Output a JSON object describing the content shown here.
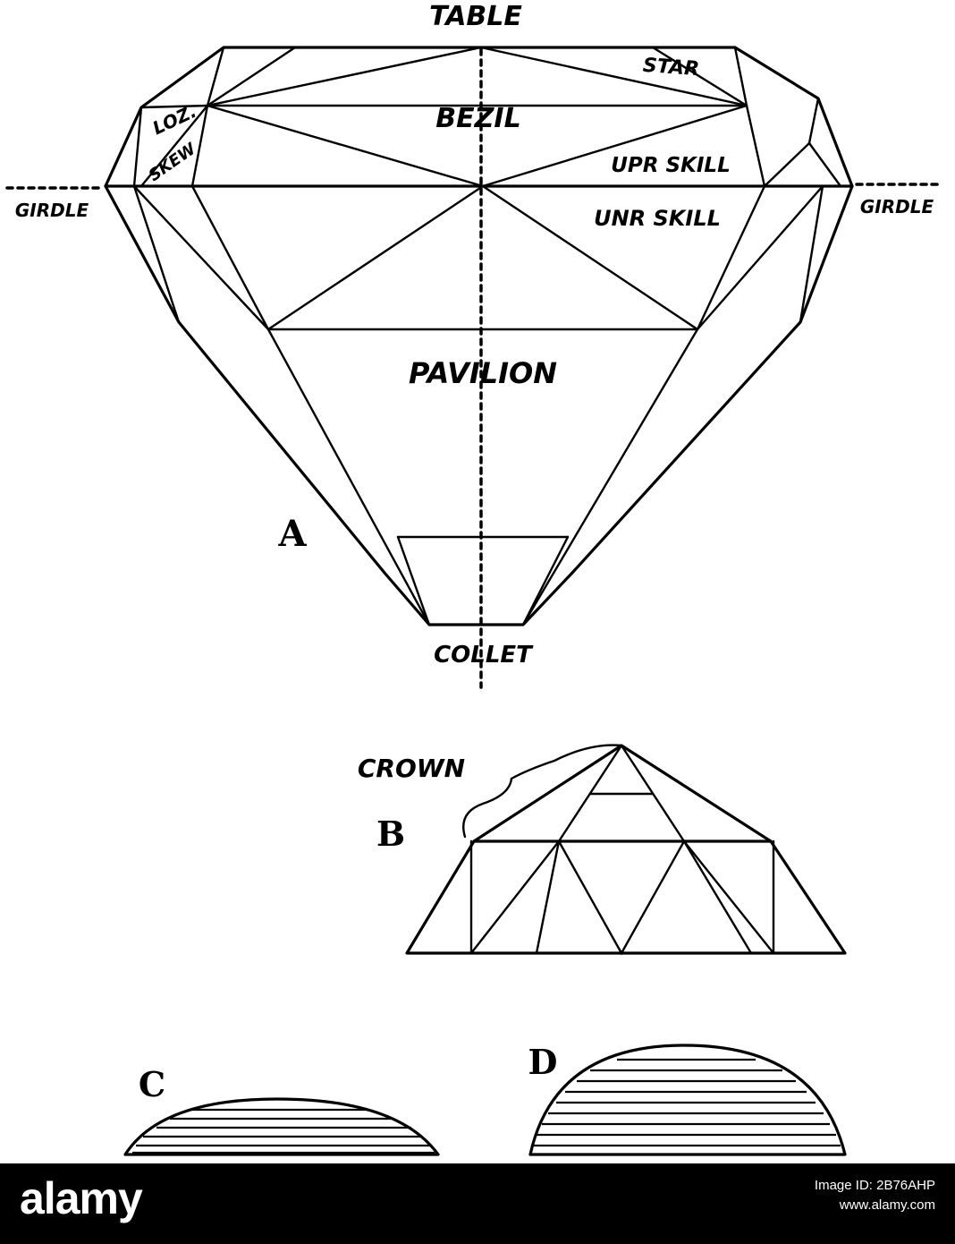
{
  "diagram": {
    "labels": {
      "table": "TABLE",
      "star": "STAR",
      "loz": "LOZ.",
      "skew": "SKEW",
      "bezil": "BEZIL",
      "upper_skill": "UPR SKILL",
      "under_skill": "UNR SKILL",
      "girdle_left": "GIRDLE",
      "girdle_right": "GIRDLE",
      "pavilion": "PAVILION",
      "collet": "COLLET",
      "crown": "CROWN"
    },
    "figures": {
      "a": "A",
      "b": "B",
      "c": "C",
      "d": "D"
    }
  },
  "footer": {
    "logo": "alamy",
    "image_id_label": "Image ID: 2B76AHP",
    "website": "www.alamy.com"
  }
}
